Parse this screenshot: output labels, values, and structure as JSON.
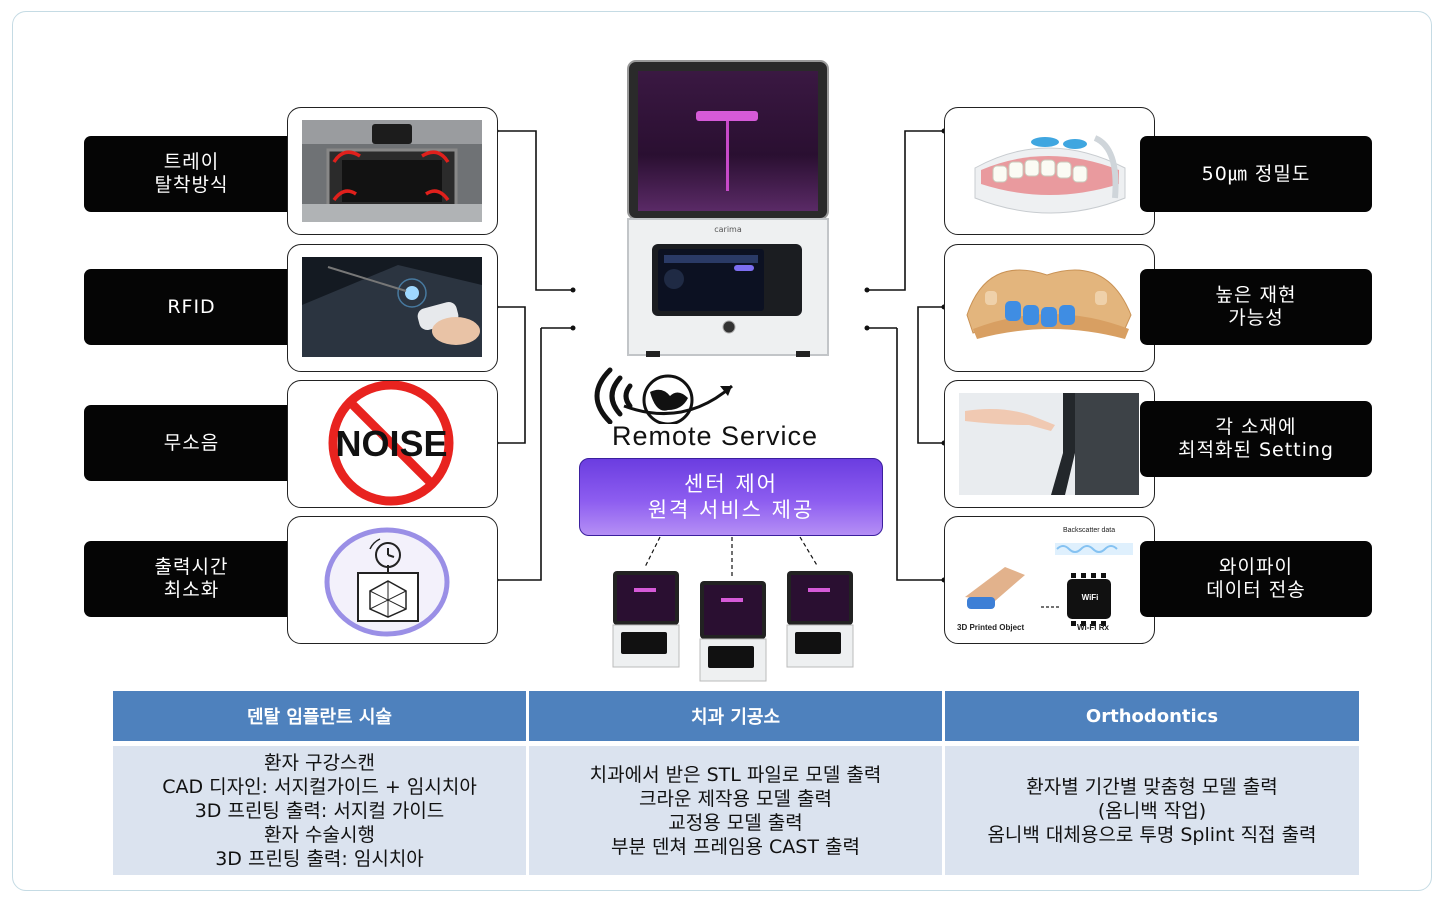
{
  "left_features": [
    {
      "label": "트레이\n탈착방식",
      "icon": "tray-photo"
    },
    {
      "label": "RFID",
      "icon": "rfid-photo"
    },
    {
      "label": "무소음",
      "icon": "no-noise-icon"
    },
    {
      "label": "출력시간\n최소화",
      "icon": "timer-scale-icon"
    }
  ],
  "right_features": [
    {
      "label": "50㎛ 정밀도",
      "icon": "dental-model-photo"
    },
    {
      "label": "높은 재현\n가능성",
      "icon": "dental-arch-photo"
    },
    {
      "label": "각 소재에\n최적화된 Setting",
      "icon": "touch-screen-photo"
    },
    {
      "label": "와이파이\n데이터 전송",
      "icon": "wifi-transfer-diagram"
    }
  ],
  "noise_text": "NOISE",
  "printer": {
    "brand": "carima"
  },
  "wifi_diagram": {
    "backscatter": "Backscatter data",
    "object": "3D Printed Object",
    "rx": "Wi-Fi Rx",
    "chip": "WiFi"
  },
  "remote": {
    "title": "Remote Service",
    "line1": "센터 제어",
    "line2": "원격 서비스 제공"
  },
  "table": {
    "headers": [
      "덴탈 임플란트 시술",
      "치과 기공소",
      "Orthodontics"
    ],
    "rows": [
      [
        "환자 구강스캔",
        "CAD 디자인: 서지컬가이드 + 임시치아",
        "3D 프린팅 출력: 서지컬 가이드",
        "환자 수술시행",
        "3D 프린팅 출력: 임시치아"
      ],
      [
        "치과에서 받은 STL 파일로 모델 출력",
        "크라운 제작용 모델 출력",
        "교정용 모델 출력",
        "부분 덴쳐 프레임용 CAST 출력"
      ],
      [
        "환자별 기간별 맞춤형 모델 출력",
        "(옴니백 작업)",
        "옴니백 대체용으로 투명 Splint 직접 출력"
      ]
    ]
  },
  "colors": {
    "header_bg": "#4e81bd",
    "cell_bg": "#dbe3ef",
    "label_bg": "#050505",
    "center_box": "#7a4be6",
    "resin": "#d65ad8"
  }
}
